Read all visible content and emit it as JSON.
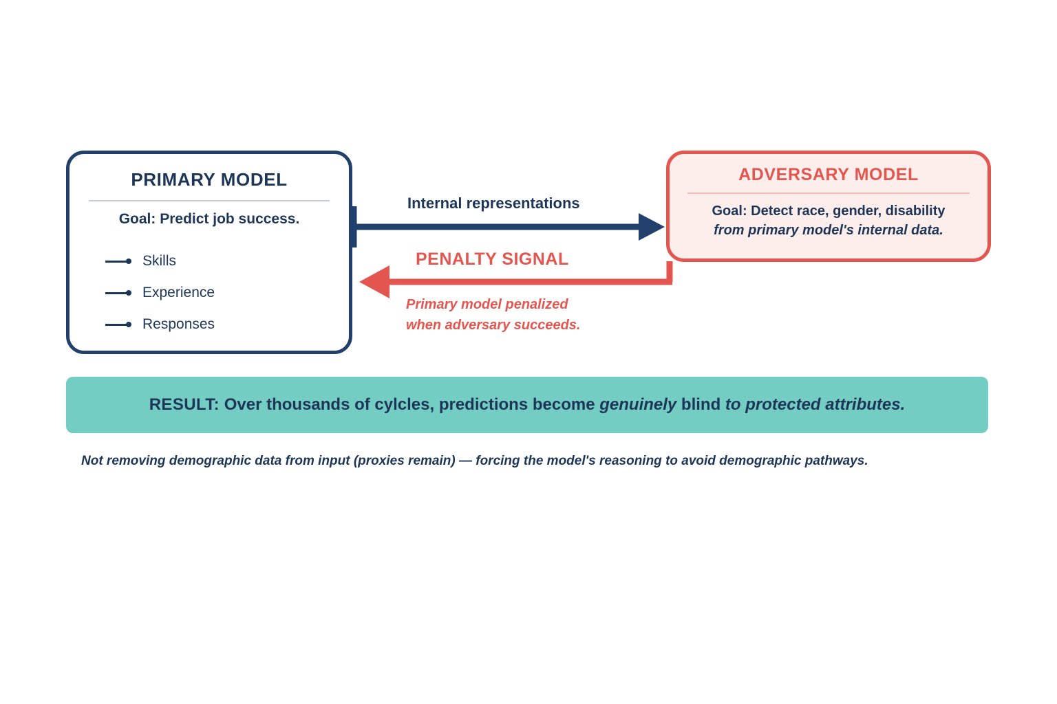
{
  "diagram": {
    "type": "adversarial-debiasing-flow",
    "colors": {
      "navy": "#1d3557",
      "navy_border": "#22406c",
      "red": "#e2564f",
      "red_fill": "#fdeeec",
      "teal": "#74cdc3",
      "divider_blue": "#c3cfe0",
      "divider_pink": "#f2b9b5",
      "background": "#ffffff"
    }
  },
  "primary_model": {
    "title": "PRIMARY MODEL",
    "goal": "Goal: Predict job success.",
    "features": [
      {
        "label": "Skills"
      },
      {
        "label": "Experience"
      },
      {
        "label": "Responses"
      }
    ]
  },
  "adversary_model": {
    "title": "ADVERSARY MODEL",
    "goal_line1": "Goal: Detect race, gender, disability",
    "goal_line2": "from primary model's internal data."
  },
  "forward_flow": {
    "label": "Internal representations",
    "direction": "primary-to-adversary"
  },
  "penalty_flow": {
    "label": "PENALTY SIGNAL",
    "sub_line1": "Primary model penalized",
    "sub_line2": "when adversary succeeds.",
    "direction": "adversary-to-primary"
  },
  "result": {
    "prefix": "RESULT:",
    "text_1": " Over thousands of cylcles, predictions become ",
    "emphasis_italic": "genuinely",
    "emphasis_bold": " blind",
    "text_2": " to protected attributes."
  },
  "footnote": {
    "text": "Not removing demographic data from input (proxies remain) — forcing the model's reasoning to avoid demographic pathways."
  }
}
